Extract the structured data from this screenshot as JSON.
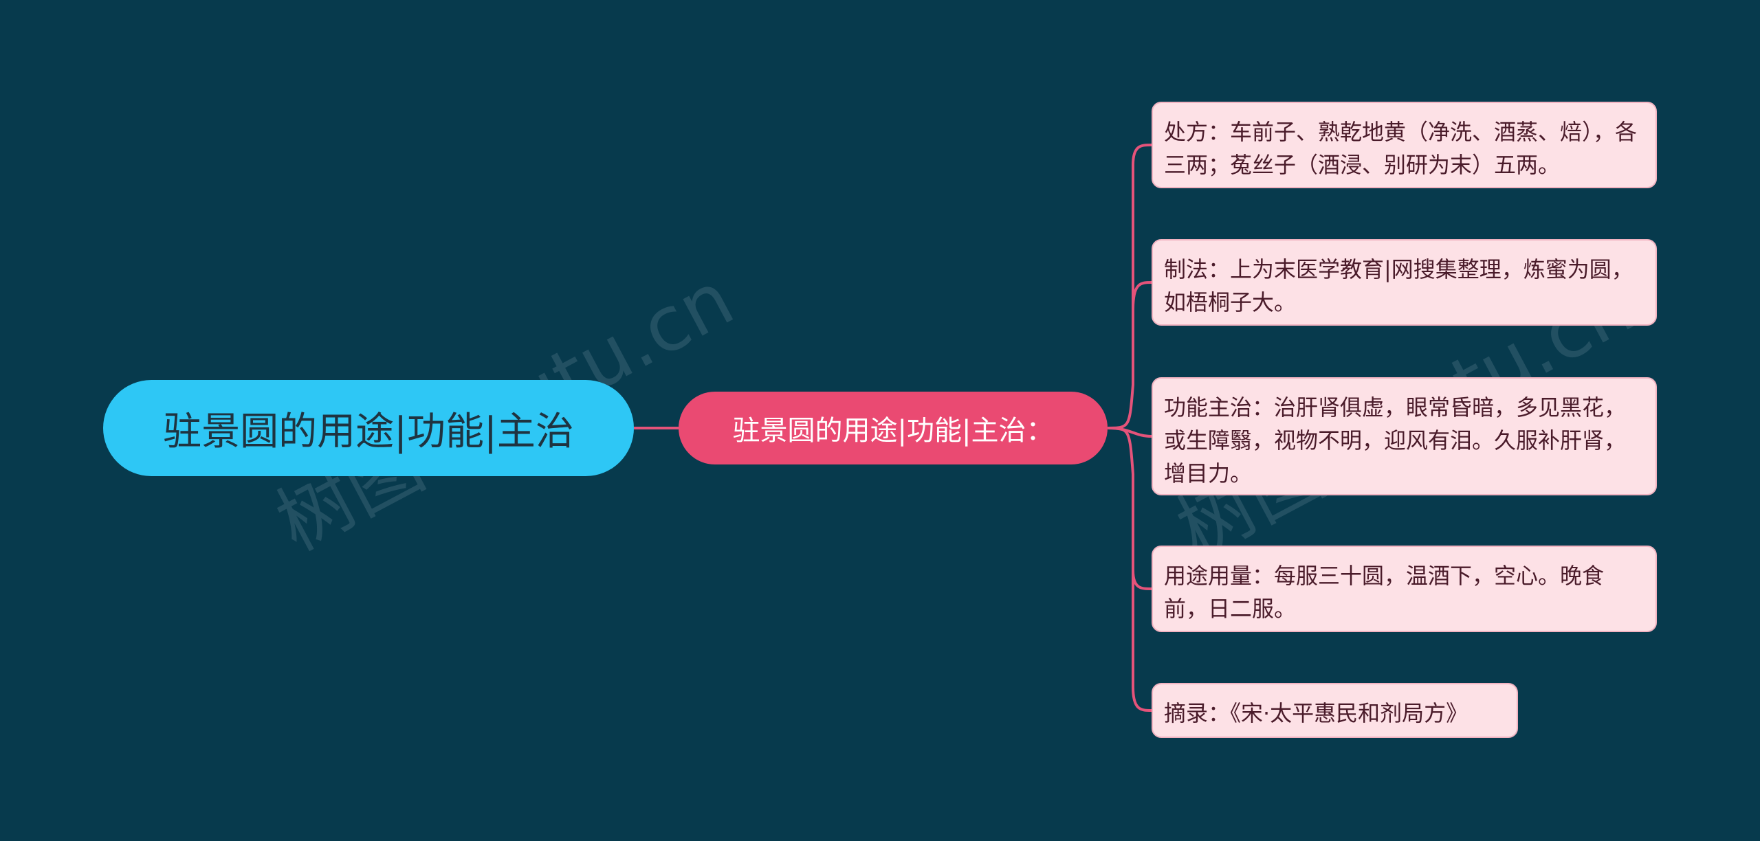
{
  "colors": {
    "background": "#073a4d",
    "root_fill": "#2ec7f5",
    "root_text": "#1f3340",
    "mid_fill": "#ea4a72",
    "mid_text": "#ffffff",
    "leaf_fill": "#fde1e6",
    "leaf_border": "#f1b3c1",
    "leaf_text": "#4a1b2a",
    "connector": "#e5537a"
  },
  "mindmap": {
    "root": {
      "label": "驻景圆的用途|功能|主治"
    },
    "branch": {
      "label": "驻景圆的用途|功能|主治："
    },
    "leaves": [
      {
        "label": "处方：车前子、熟乾地黄（净洗、酒蒸、焙），各三两；菟丝子（酒浸、别研为末）五两。"
      },
      {
        "label": "制法：上为末医学教育|网搜集整理，炼蜜为圆，如梧桐子大。"
      },
      {
        "label": "功能主治：治肝肾俱虚，眼常昏暗，多见黑花，或生障翳，视物不明，迎风有泪。久服补肝肾，增目力。"
      },
      {
        "label": "用途用量：每服三十圆，温酒下，空心。晚食前，日二服。"
      },
      {
        "label": "摘录：《宋·太平惠民和剂局方》"
      }
    ]
  },
  "watermarks": [
    {
      "text": "树图 shutu.cn"
    },
    {
      "text": "树图 shutu.cn"
    }
  ]
}
